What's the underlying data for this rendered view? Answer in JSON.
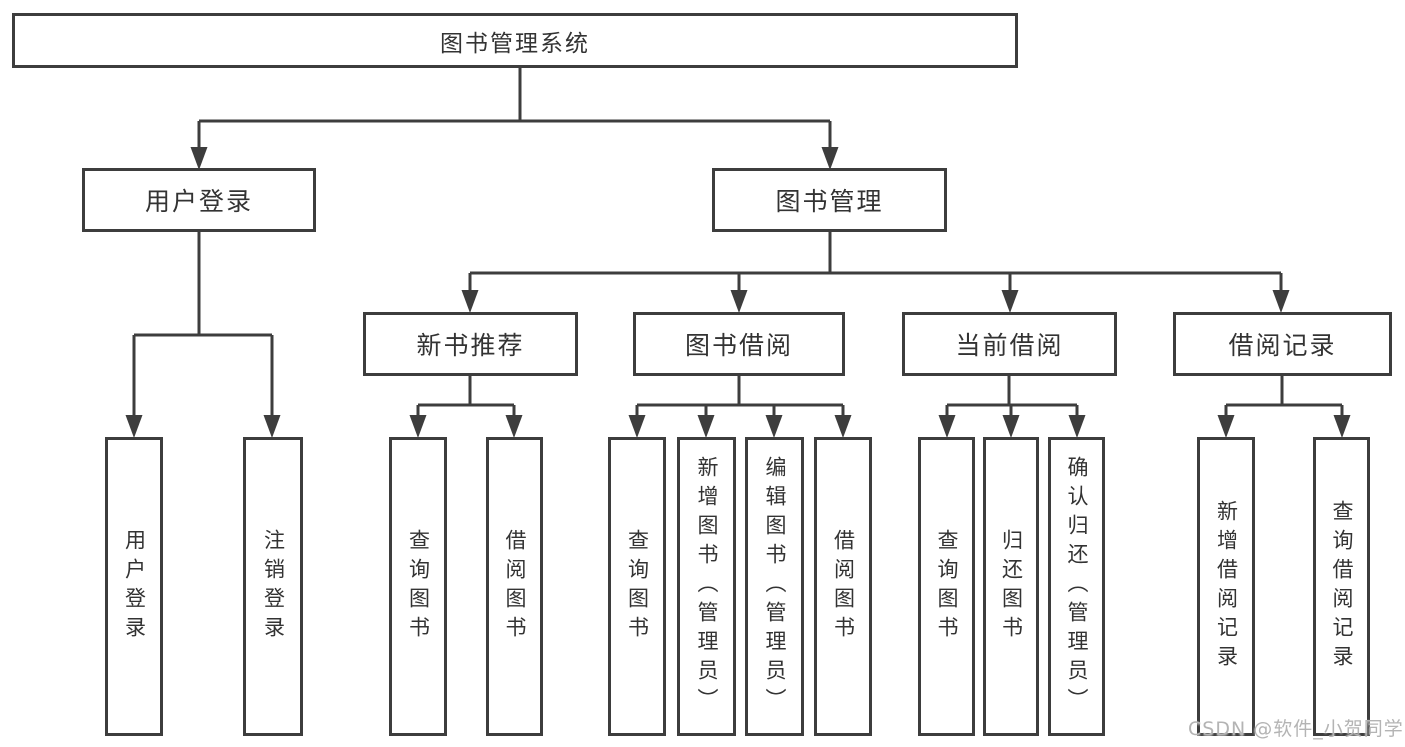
{
  "colors": {
    "line": "#3d3d3d",
    "arrow": "#3d3d3d",
    "box_border": "#3d3d3d",
    "text": "#333333",
    "background": "#ffffff",
    "watermark": "#b4b4b4"
  },
  "tree": {
    "root": {
      "label": "图书管理系统"
    },
    "level2": [
      {
        "label": "用户登录"
      },
      {
        "label": "图书管理"
      }
    ],
    "level3": [
      {
        "label": "新书推荐"
      },
      {
        "label": "图书借阅"
      },
      {
        "label": "当前借阅"
      },
      {
        "label": "借阅记录"
      }
    ],
    "leaves": {
      "user_login": [
        {
          "label": "用户登录"
        },
        {
          "label": "注销登录"
        }
      ],
      "new_book_recommendation": [
        {
          "label": "查询图书"
        },
        {
          "label": "借阅图书"
        }
      ],
      "book_borrowing": [
        {
          "label": "查询图书"
        },
        {
          "label": "新增图书（管理员）"
        },
        {
          "label": "编辑图书（管理员）"
        },
        {
          "label": "借阅图书"
        }
      ],
      "current_borrowing": [
        {
          "label": "查询图书"
        },
        {
          "label": "归还图书"
        },
        {
          "label": "确认归还（管理员）"
        }
      ],
      "borrowing_records": [
        {
          "label": "新增借阅记录"
        },
        {
          "label": "查询借阅记录"
        }
      ]
    }
  },
  "watermark": {
    "text": "CSDN @软件_小贺同学"
  }
}
